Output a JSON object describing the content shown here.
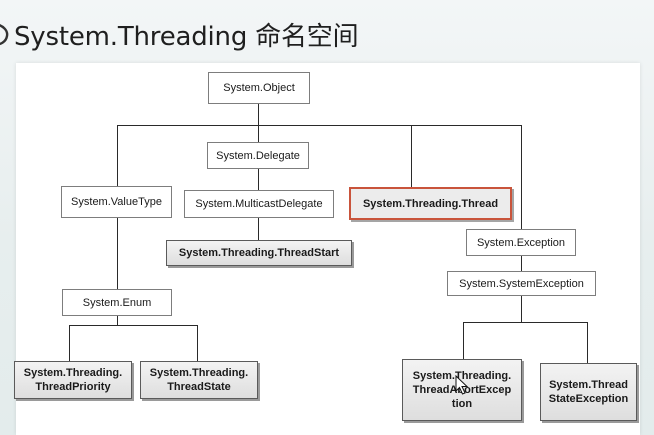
{
  "slide": {
    "title": "System.Threading 命名空间"
  },
  "diagram": {
    "nodes": {
      "object": "System.Object",
      "delegate": "System.Delegate",
      "multicast_delegate": "System.MulticastDelegate",
      "thread_start": "System.Threading.ThreadStart",
      "thread": "System.Threading.Thread",
      "value_type": "System.ValueType",
      "enum": "System.Enum",
      "thread_priority": "System.Threading.\nThreadPriority",
      "thread_state": "System.Threading.\nThreadState",
      "exception": "System.Exception",
      "system_exception": "System.SystemException",
      "thread_abort_exception": "System.Threading.\nThreadAbortExcep\ntion",
      "thread_state_exception": "System.Thread\nStateException"
    }
  },
  "colors": {
    "highlight_border": "#c9543b",
    "connector": "#2a2a2a",
    "bold_node_fill": "#e6e6e6"
  }
}
